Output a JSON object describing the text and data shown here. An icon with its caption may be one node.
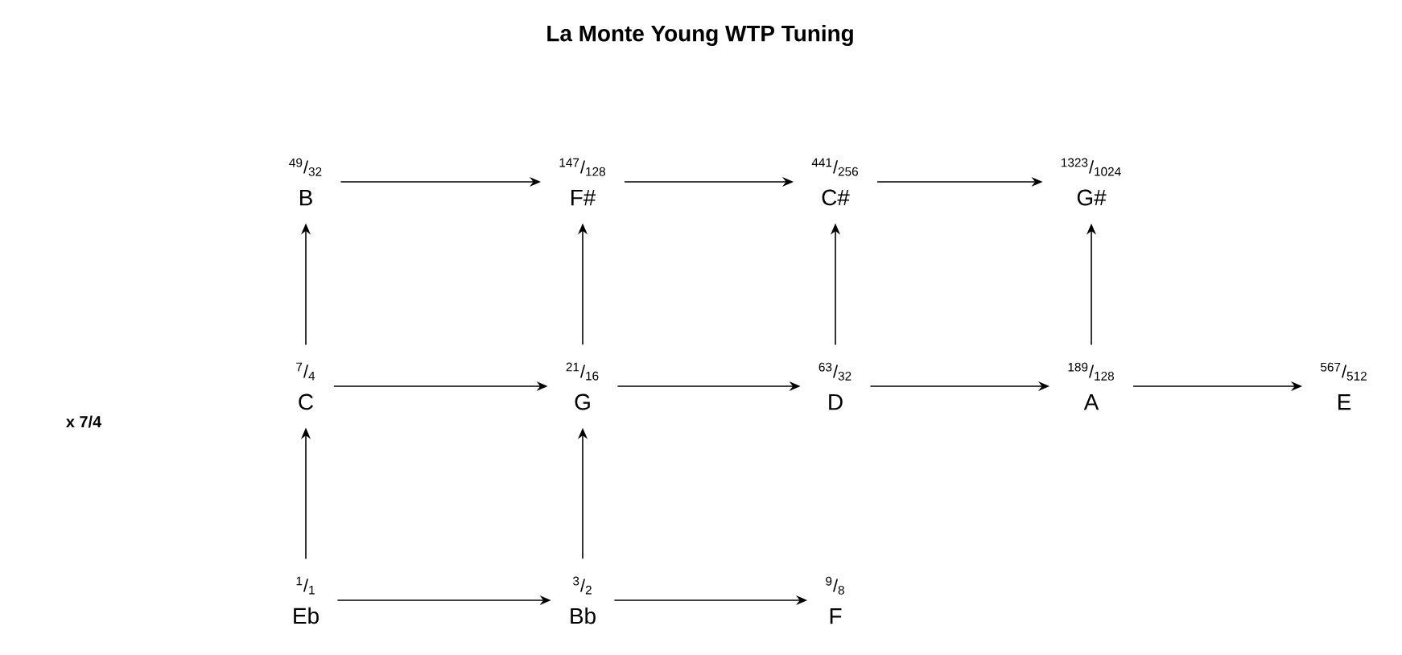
{
  "diagram": {
    "title": "La Monte Young WTP Tuning",
    "nodes": [
      {
        "text": [
          "$^{49}$/$_{32}$",
          "B"
        ]
      },
      {
        "text": [
          "$^{147}$/$_{128}$",
          "F#"
        ]
      },
      {
        "text": [
          "$^{441}$/$_{256}$",
          "C#"
        ]
      },
      {
        "text": [
          "$^{1323}$/$_{1024}$",
          "G#"
        ]
      },
      {
        "text": [
          "$^{7}$/$_{4}$",
          "C"
        ]
      },
      {
        "text": [
          "$^{21}$/$_{16}$",
          "G"
        ]
      },
      {
        "text": [
          "$^{63}$/$_{32}$",
          "D"
        ]
      },
      {
        "text": [
          "$^{189}$/$_{128}$",
          "A"
        ]
      },
      {
        "text": [
          "$^{567}$/$_{512}$",
          "E"
        ]
      },
      {
        "text": [
          "$^{1}$/$_{1}$",
          "Eb"
        ]
      },
      {
        "text": [
          "$^{3}$/$_{2}$",
          "Bb"
        ]
      },
      {
        "text": [
          "$^{9}$/$_{8}$",
          "F"
        ]
      }
    ],
    "edges": [
      {
        "from": 0,
        "to": 1,
        "arrow": "to"
      },
      {
        "from": 1,
        "to": 2,
        "arrow": "to"
      },
      {
        "from": 2,
        "to": 3,
        "arrow": "to"
      },
      {
        "from": 4,
        "to": 0,
        "arrow": "to"
      },
      {
        "from": 5,
        "to": 1,
        "arrow": "to"
      },
      {
        "from": 6,
        "to": 2,
        "arrow": "to"
      },
      {
        "from": 7,
        "to": 3,
        "arrow": "to"
      },
      {
        "from": 4,
        "to": 5,
        "arrow": "to"
      },
      {
        "from": 5,
        "to": 6,
        "arrow": "to"
      },
      {
        "from": 6,
        "to": 7,
        "arrow": "to"
      },
      {
        "from": 7,
        "to": 8,
        "arrow": "to"
      },
      {
        "from": 9,
        "to": 4,
        "arrow": "to"
      },
      {
        "from": 10,
        "to": 5,
        "arrow": "to"
      },
      {
        "from": 9,
        "to": 10,
        "arrow": "to"
      },
      {
        "from": 10,
        "to": 11,
        "arrow": "to"
      }
    ],
    "labels": [
      "x 7/4"
    ]
  }
}
